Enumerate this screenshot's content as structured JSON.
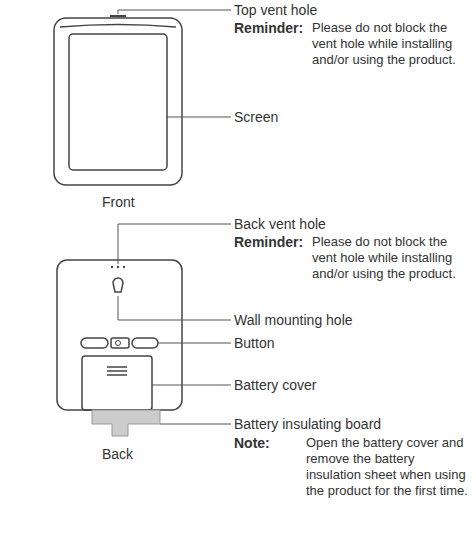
{
  "diagram": {
    "labels": [
      "Top vent hole",
      "Reminder:",
      "Please do not block the vent hole while installing and/or using the product.",
      "Screen",
      "Front",
      "Back vent hole",
      "Reminder:",
      "Please do not block the vent hole while installing and/or using the product.",
      "Wall mounting hole",
      "Button",
      "Battery cover",
      "Battery insulating board",
      "Note:",
      "Open the battery cover and remove the battery insulation sheet when using the product for the first time.",
      "Back"
    ]
  }
}
